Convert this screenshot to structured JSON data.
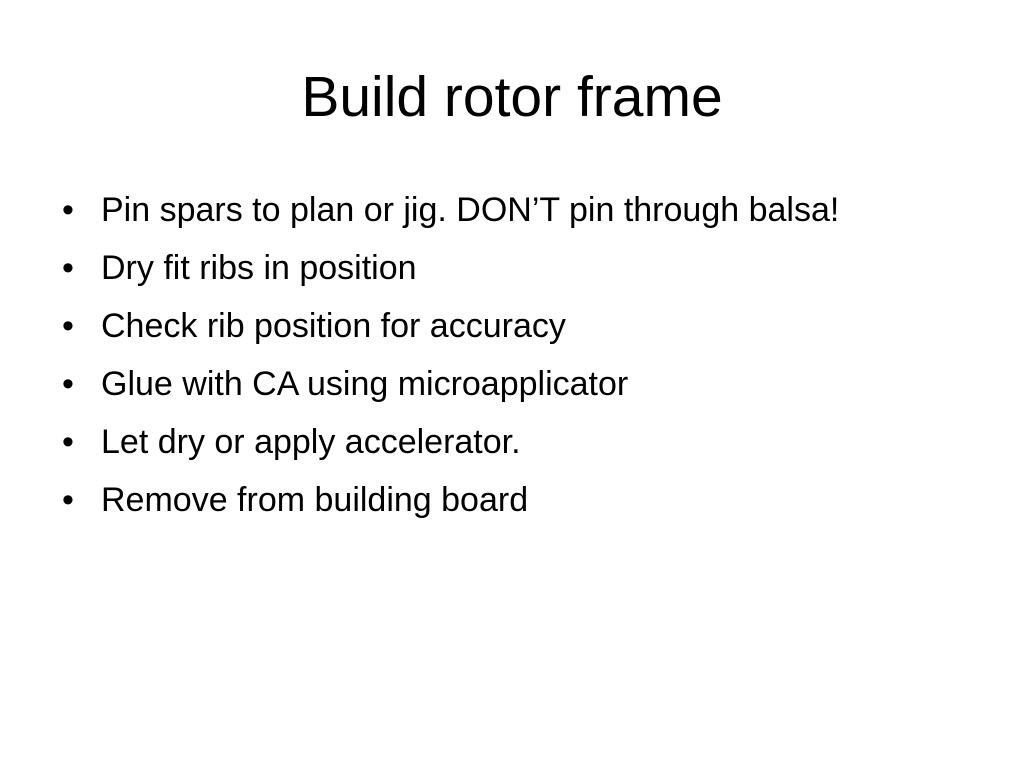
{
  "slide": {
    "title": "Build rotor frame",
    "bullet_glyph": "•",
    "bullets": [
      "Pin spars to plan or jig.  DON’T pin through balsa!",
      "Dry fit ribs in position",
      "Check rib position for accuracy",
      "Glue with CA using microapplicator",
      "Let dry or apply accelerator.",
      "Remove from building board"
    ]
  }
}
